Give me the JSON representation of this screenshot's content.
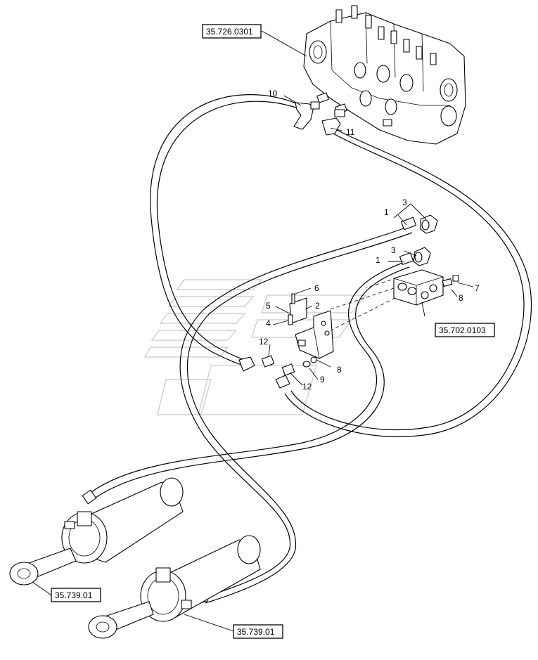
{
  "references": {
    "control_valve": "35.726.0301",
    "valve_block": "35.702.0103",
    "cylinder_left": "35.739.01",
    "cylinder_right": "35.739.01"
  },
  "callouts": {
    "c1_upper": "1",
    "c1_lower": "1",
    "c2": "2",
    "c3_upper": "3",
    "c3_lower": "3",
    "c4": "4",
    "c5": "5",
    "c6": "6",
    "c7": "7",
    "c8_block": "8",
    "c8_bracket": "8",
    "c9": "9",
    "c10": "10",
    "c11": "11",
    "c12_upper": "12",
    "c12_lower": "12"
  }
}
